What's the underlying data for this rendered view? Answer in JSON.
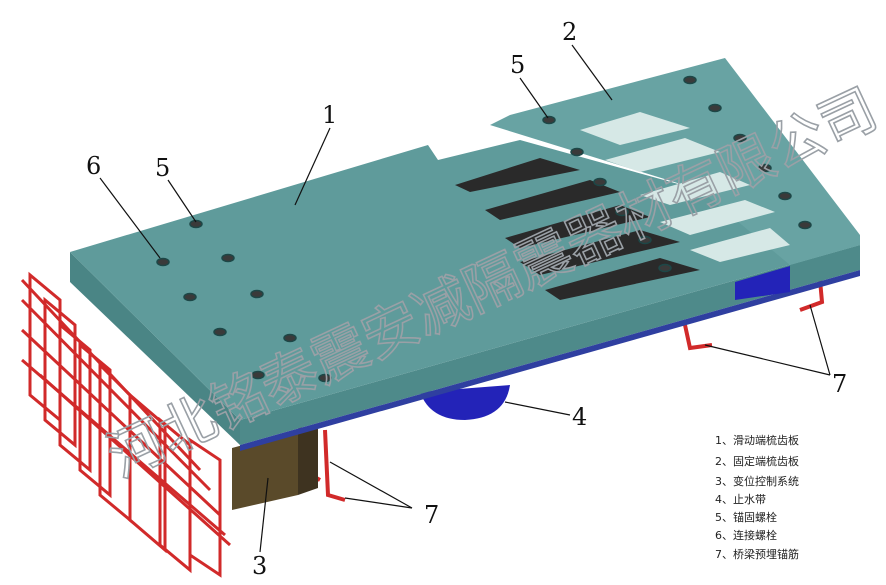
{
  "callouts": {
    "c1": "1",
    "c2": "2",
    "c3": "3",
    "c4": "4",
    "c5a": "5",
    "c5b": "5",
    "c6": "6",
    "c7a": "7",
    "c7b": "7"
  },
  "legend": [
    "1、滑动端梳齿板",
    "2、固定端梳齿板",
    "3、变位控制系统",
    "4、止水带",
    "5、锚固螺栓",
    "6、连接螺栓",
    "7、桥梁预埋锚筋"
  ],
  "watermark": "河北铭泰震安减隔震器材有限公司",
  "colors": {
    "plate_top": "#5f9b9b",
    "plate_side": "#4a8585",
    "plate_edge": "#2f3fa0",
    "rebar": "#d12a2a",
    "seal": "#2323b8",
    "block": "#5a4a2a",
    "slot_dark": "#2a2a2a",
    "slot_light": "#d6e8e6"
  }
}
